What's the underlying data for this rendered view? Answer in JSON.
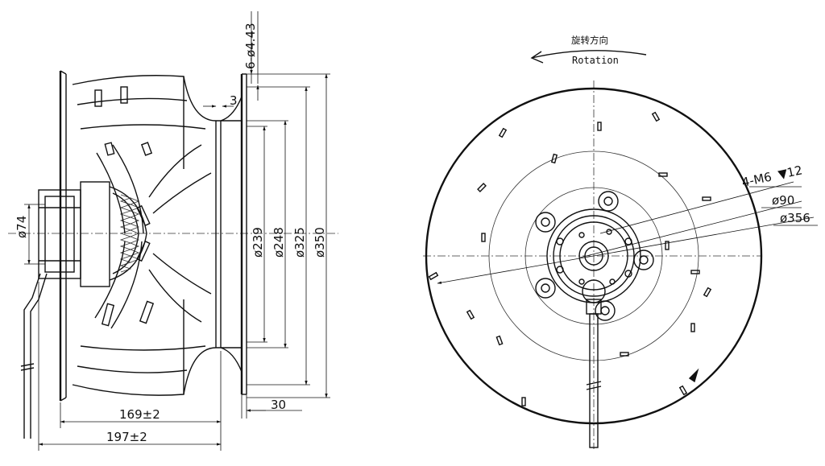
{
  "side_view": {
    "dims": {
      "holes": "6-ø4.43",
      "offset_3": "3",
      "d239": "ø239",
      "d248": "ø248",
      "d325": "ø325",
      "d350": "ø350",
      "d74": "ø74",
      "len_169": "169±2",
      "len_197": "197±2",
      "len_30": "30"
    }
  },
  "front_view": {
    "rotation_cn": "旋转方向",
    "rotation_en": "Rotation",
    "dims": {
      "thread": "4-M6",
      "depth_symbol": "▼",
      "depth": "12",
      "d90": "ø90",
      "d356": "ø356"
    }
  }
}
